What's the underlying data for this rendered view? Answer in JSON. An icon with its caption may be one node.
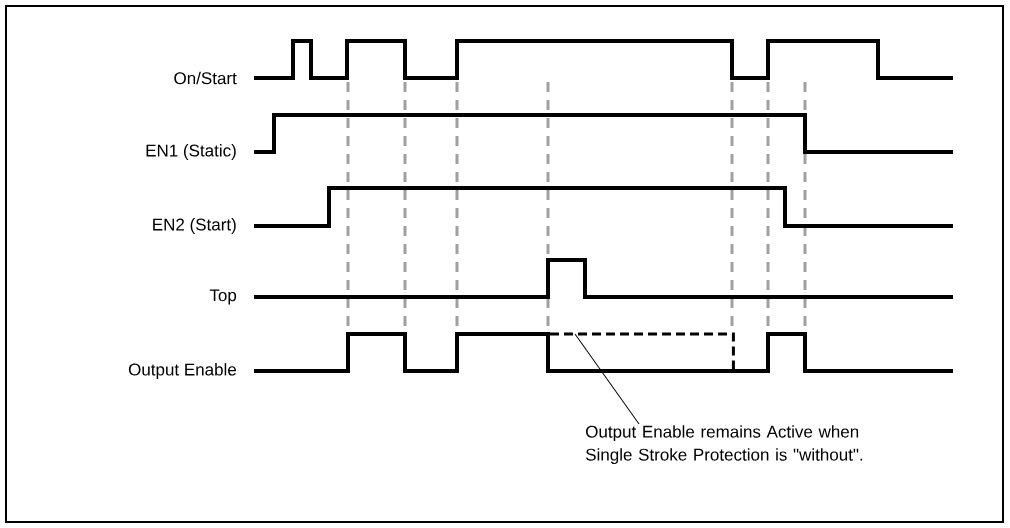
{
  "diagram": {
    "nodes": [
      {
        "text": [
          "Output Enable remains Active when Single Stroke Protection is \"without\"."
        ]
      },
      {
        "text": [],
        "shape": "line"
      }
    ],
    "edges": [
      {
        "from": 0,
        "to": 1,
        "arrow": "none"
      }
    ],
    "labels": [
      "On/Start",
      "EN1 (Static)",
      "EN2 (Start)",
      "Top",
      "Output Enable"
    ]
  }
}
